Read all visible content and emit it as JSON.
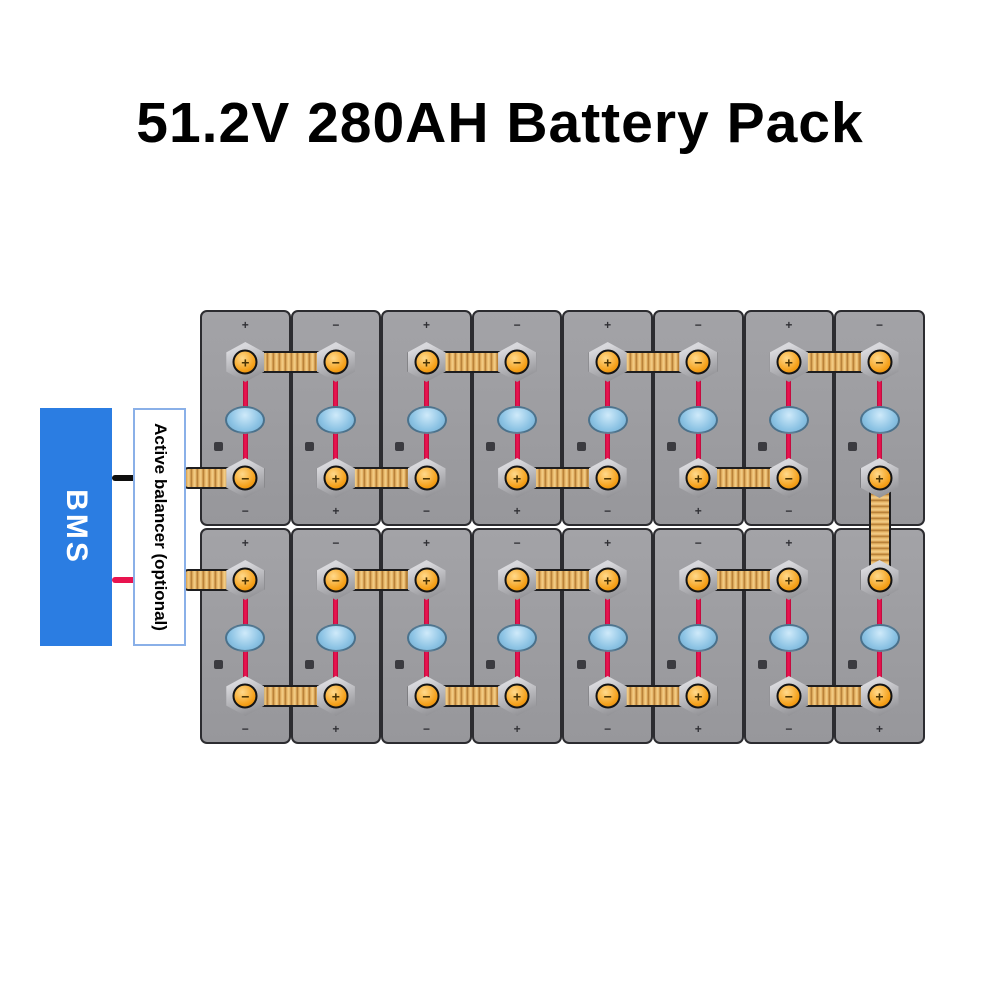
{
  "title": "51.2V 280AH Battery Pack",
  "bms": {
    "label": "BMS"
  },
  "balancer": {
    "label": "Active balancer (optional)"
  },
  "colors": {
    "bms_blue": "#2b7de2",
    "balancer_border": "#8ab0e8",
    "wire_black": "#0e0e0e",
    "wire_red": "#e8134f",
    "cell_gray": "#97979b",
    "cell_border": "#2c2c30",
    "busbar_light": "#f4cf8a",
    "busbar_dark": "#a96f2a",
    "terminal_orange": "#f5a019",
    "vent_blue": "#8cc3e4"
  },
  "pack": {
    "rows": 2,
    "cols": 8,
    "cells": [
      {
        "row": 1,
        "col": 1,
        "top": "+",
        "bottom": "-"
      },
      {
        "row": 1,
        "col": 2,
        "top": "-",
        "bottom": "+"
      },
      {
        "row": 1,
        "col": 3,
        "top": "+",
        "bottom": "-"
      },
      {
        "row": 1,
        "col": 4,
        "top": "-",
        "bottom": "+"
      },
      {
        "row": 1,
        "col": 5,
        "top": "+",
        "bottom": "-"
      },
      {
        "row": 1,
        "col": 6,
        "top": "-",
        "bottom": "+"
      },
      {
        "row": 1,
        "col": 7,
        "top": "+",
        "bottom": "-"
      },
      {
        "row": 1,
        "col": 8,
        "top": "-",
        "bottom": "+"
      },
      {
        "row": 2,
        "col": 1,
        "top": "+",
        "bottom": "-"
      },
      {
        "row": 2,
        "col": 2,
        "top": "-",
        "bottom": "+"
      },
      {
        "row": 2,
        "col": 3,
        "top": "+",
        "bottom": "-"
      },
      {
        "row": 2,
        "col": 4,
        "top": "-",
        "bottom": "+"
      },
      {
        "row": 2,
        "col": 5,
        "top": "+",
        "bottom": "-"
      },
      {
        "row": 2,
        "col": 6,
        "top": "-",
        "bottom": "+"
      },
      {
        "row": 2,
        "col": 7,
        "top": "+",
        "bottom": "-"
      },
      {
        "row": 2,
        "col": 8,
        "top": "-",
        "bottom": "+"
      }
    ]
  },
  "busbars": [
    {
      "kind": "h",
      "row": 1,
      "level": "top",
      "from": 1,
      "to": 2
    },
    {
      "kind": "h",
      "row": 1,
      "level": "top",
      "from": 3,
      "to": 4
    },
    {
      "kind": "h",
      "row": 1,
      "level": "top",
      "from": 5,
      "to": 6
    },
    {
      "kind": "h",
      "row": 1,
      "level": "top",
      "from": 7,
      "to": 8
    },
    {
      "kind": "lead",
      "row": 1,
      "level": "bottom",
      "col": 1
    },
    {
      "kind": "h",
      "row": 1,
      "level": "bottom",
      "from": 2,
      "to": 3
    },
    {
      "kind": "h",
      "row": 1,
      "level": "bottom",
      "from": 4,
      "to": 5
    },
    {
      "kind": "h",
      "row": 1,
      "level": "bottom",
      "from": 6,
      "to": 7
    },
    {
      "kind": "v",
      "col": 8,
      "from_row": 1,
      "from_level": "bottom",
      "to_row": 2,
      "to_level": "top"
    },
    {
      "kind": "lead",
      "row": 2,
      "level": "top",
      "col": 1
    },
    {
      "kind": "h",
      "row": 2,
      "level": "top",
      "from": 2,
      "to": 3
    },
    {
      "kind": "h",
      "row": 2,
      "level": "top",
      "from": 4,
      "to": 5
    },
    {
      "kind": "h",
      "row": 2,
      "level": "top",
      "from": 6,
      "to": 7
    },
    {
      "kind": "h",
      "row": 2,
      "level": "bottom",
      "from": 1,
      "to": 2
    },
    {
      "kind": "h",
      "row": 2,
      "level": "bottom",
      "from": 3,
      "to": 4
    },
    {
      "kind": "h",
      "row": 2,
      "level": "bottom",
      "from": 5,
      "to": 6
    },
    {
      "kind": "h",
      "row": 2,
      "level": "bottom",
      "from": 7,
      "to": 8
    }
  ],
  "wires": {
    "bms_negative": {
      "row": 1,
      "level": "bottom",
      "color": "black"
    },
    "bms_positive": {
      "row": 2,
      "level": "top",
      "color": "red"
    },
    "balance_wire_per_cell": true
  }
}
